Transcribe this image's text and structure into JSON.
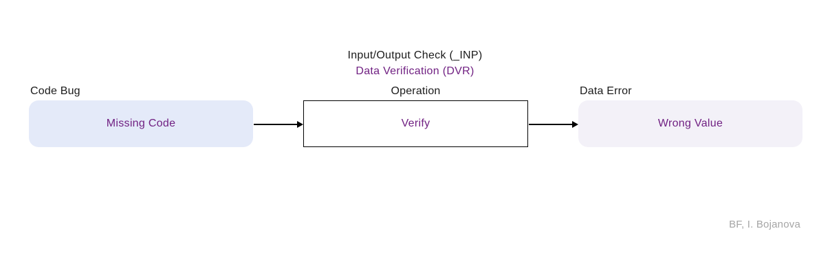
{
  "title": {
    "line1": "Input/Output Check (_INP)",
    "line2": "Data Verification (DVR)"
  },
  "nodes": [
    {
      "category": "Code Bug",
      "label": "Missing Code",
      "fill": "#e4eaf9"
    },
    {
      "category": "Operation",
      "label": "Verify",
      "fill": "#ffffff"
    },
    {
      "category": "Data Error",
      "label": "Wrong Value",
      "fill": "#f3f1f8"
    }
  ],
  "attribution": "BF, I. Bojanova",
  "colors": {
    "accent_purple": "#702082",
    "text_black": "#1a1a1a",
    "arrow_black": "#000000",
    "attribution_gray": "#a5a5a5"
  }
}
